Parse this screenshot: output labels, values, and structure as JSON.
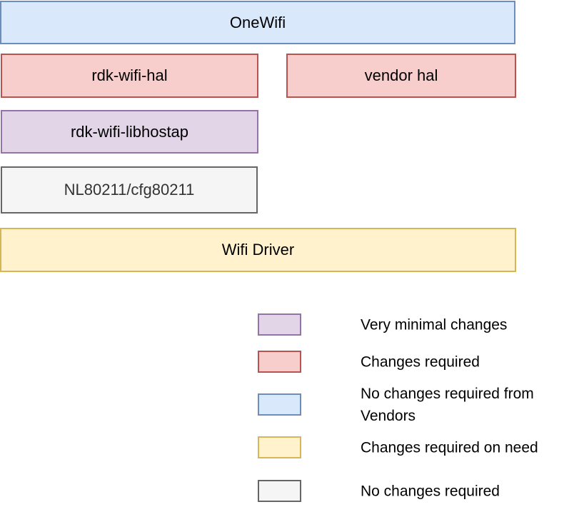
{
  "stack": {
    "boxes": [
      {
        "id": "onewifi",
        "label": "OneWifi",
        "fill": "#dae8fc",
        "stroke": "#6c8ebf"
      },
      {
        "id": "rdk-wifi-hal",
        "label": "rdk-wifi-hal",
        "fill": "#f8cecc",
        "stroke": "#b85450"
      },
      {
        "id": "vendor-hal",
        "label": "vendor hal",
        "fill": "#f8cecc",
        "stroke": "#b85450"
      },
      {
        "id": "rdk-wifi-libhostap",
        "label": "rdk-wifi-libhostap",
        "fill": "#e1d5e7",
        "stroke": "#9673a6"
      },
      {
        "id": "nl80211-cfg80211",
        "label": "NL80211/cfg80211",
        "fill": "#f5f5f5",
        "stroke": "#666666",
        "text_color": "#333333"
      },
      {
        "id": "wifi-driver",
        "label": "Wifi Driver",
        "fill": "#fff2cc",
        "stroke": "#d6b656"
      }
    ]
  },
  "legend": {
    "items": [
      {
        "label": "Very minimal changes",
        "fill": "#e1d5e7",
        "stroke": "#9673a6"
      },
      {
        "label": "Changes required",
        "fill": "#f8cecc",
        "stroke": "#b85450"
      },
      {
        "label": "No changes required from Vendors",
        "fill": "#dae8fc",
        "stroke": "#6c8ebf"
      },
      {
        "label": "Changes required on need",
        "fill": "#fff2cc",
        "stroke": "#d6b656"
      },
      {
        "label": "No changes required",
        "fill": "#f5f5f5",
        "stroke": "#666666"
      }
    ]
  }
}
